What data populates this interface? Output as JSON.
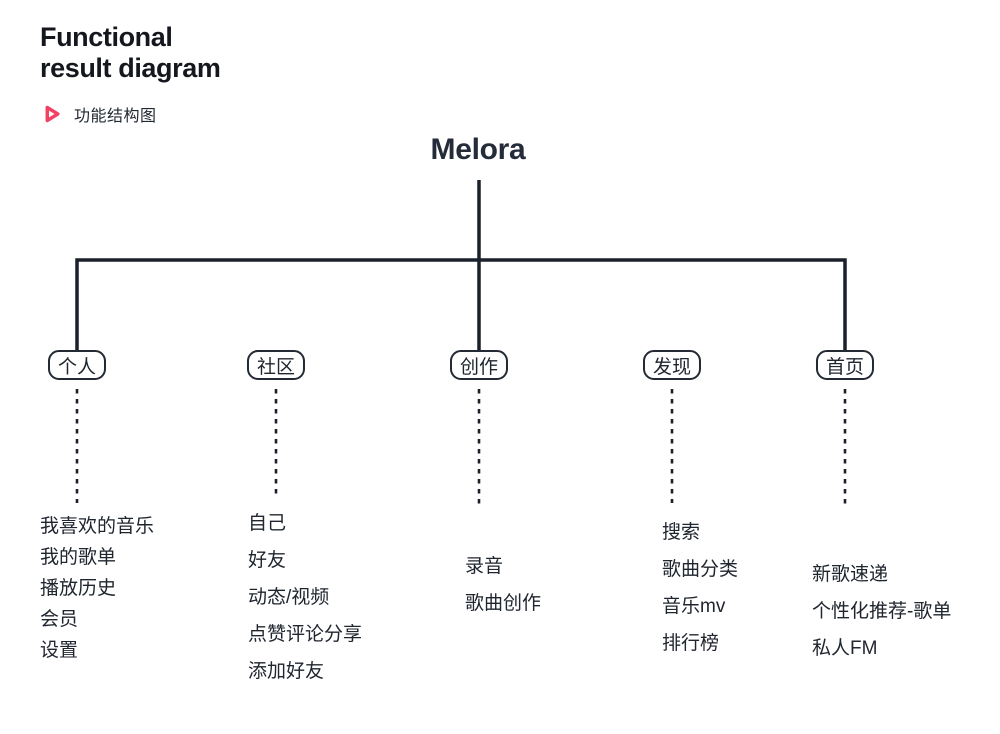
{
  "header": {
    "title_line1": "Functional",
    "title_line2": "result diagram",
    "subtitle": "功能结构图",
    "accent_color": "#f04263"
  },
  "tree": {
    "root": "Melora",
    "line_color": "#1a212b",
    "branches": [
      {
        "label": "个人",
        "items": [
          "我喜欢的音乐",
          "我的歌单",
          "播放历史",
          "会员",
          "设置"
        ]
      },
      {
        "label": "社区",
        "items": [
          "自己",
          "好友",
          "动态/视频",
          "点赞评论分享",
          "添加好友"
        ]
      },
      {
        "label": "创作",
        "items": [
          "录音",
          "歌曲创作"
        ]
      },
      {
        "label": "发现",
        "items": [
          "搜索",
          "歌曲分类",
          "音乐mv",
          "排行榜"
        ]
      },
      {
        "label": "首页",
        "items": [
          "新歌速递",
          "个性化推荐-歌单",
          "私人FM"
        ]
      }
    ]
  }
}
